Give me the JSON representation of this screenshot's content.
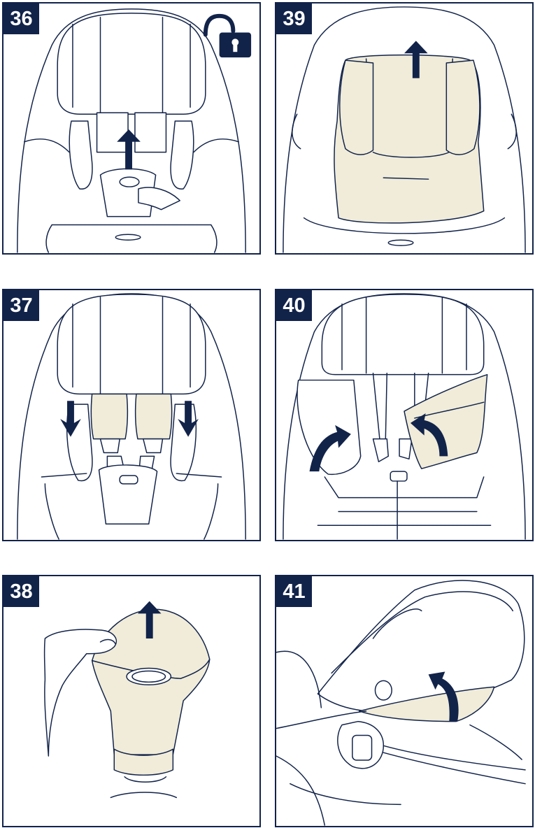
{
  "colors": {
    "frame": "#12234a",
    "highlight": "#f0ecd9",
    "background": "#ffffff"
  },
  "steps": [
    {
      "number": "36",
      "icon": "unlock-icon"
    },
    {
      "number": "39",
      "icon": "arrow-up-icon"
    },
    {
      "number": "37",
      "icon": "arrow-down-icon"
    },
    {
      "number": "40",
      "icon": "curved-arrow-icon"
    },
    {
      "number": "38",
      "icon": "arrow-up-icon"
    },
    {
      "number": "41",
      "icon": "curved-arrow-icon"
    }
  ]
}
